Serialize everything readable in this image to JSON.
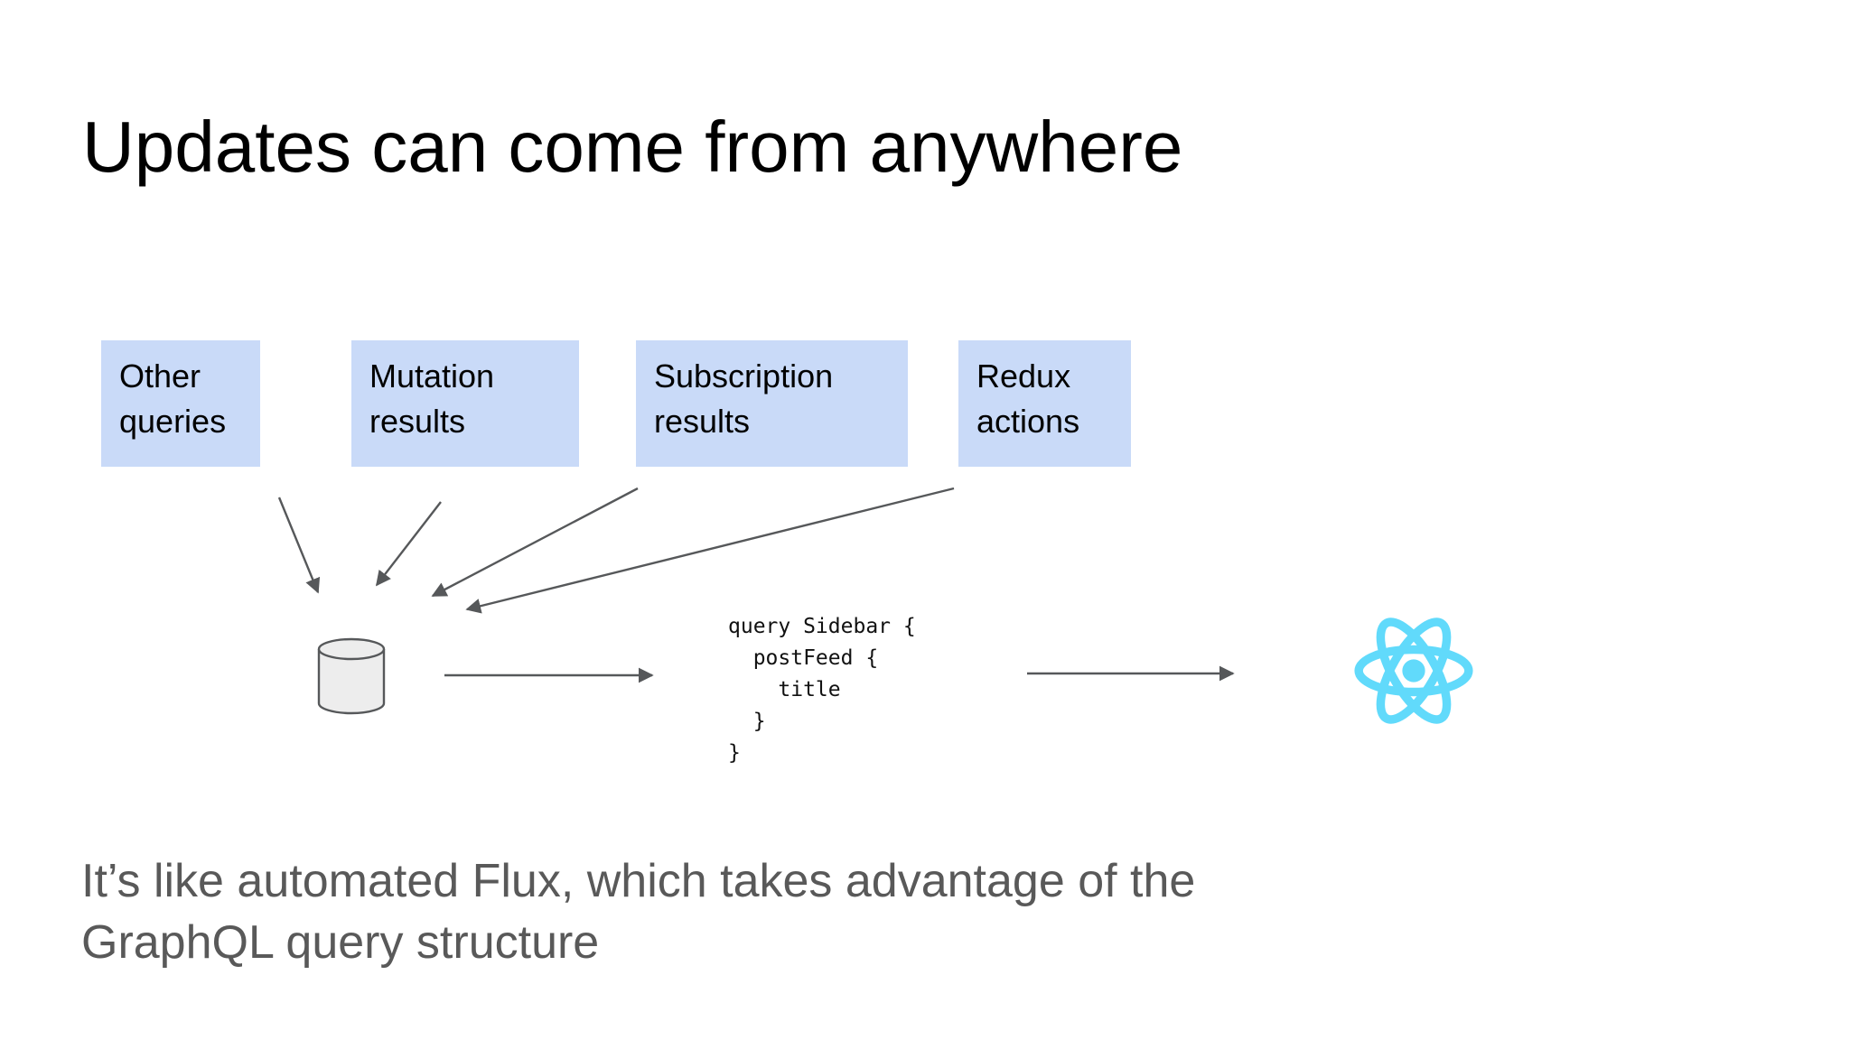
{
  "slide": {
    "title": "Updates can come from anywhere",
    "caption": "It’s like automated Flux, which takes advantage of the GraphQL query structure"
  },
  "sources": [
    {
      "label": "Other queries"
    },
    {
      "label": "Mutation results"
    },
    {
      "label": "Subscription results"
    },
    {
      "label": "Redux actions"
    }
  ],
  "code": {
    "lines": [
      "query Sidebar {",
      "  postFeed {",
      "    title",
      "  }",
      "}"
    ]
  },
  "icons": {
    "store": "database-cylinder-icon",
    "client": "react-logo-icon"
  },
  "colors": {
    "background": "#ffffff",
    "title_text": "#000000",
    "box_fill": "#c9daf8",
    "box_text": "#000000",
    "arrow": "#56585a",
    "cylinder_fill": "#ededed",
    "cylinder_stroke": "#56585a",
    "code_text": "#111111",
    "react_blue": "#61dafb",
    "caption_text": "#595959"
  }
}
